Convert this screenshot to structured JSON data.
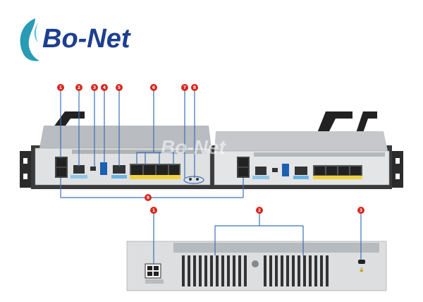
{
  "brand": {
    "name": "Bo-Net",
    "watermark": "Bo-Net",
    "colors": {
      "brand_blue": "#1d3f8f",
      "brand_teal": "#2a9bb5",
      "callout_red": "#d9261c",
      "line_blue": "#3d6fb5"
    }
  },
  "front_panel": {
    "callouts": [
      "1",
      "2",
      "3",
      "4",
      "5",
      "6",
      "7",
      "8",
      "9"
    ]
  },
  "back_panel": {
    "callouts": [
      "1",
      "2",
      "3"
    ]
  }
}
